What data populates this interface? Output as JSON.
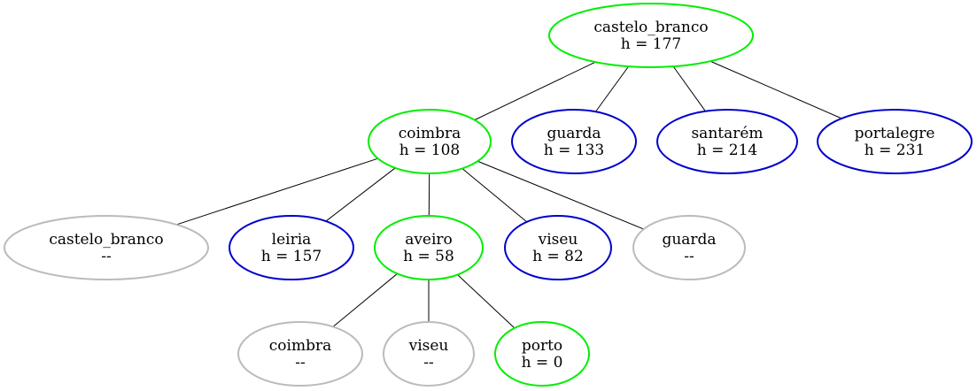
{
  "colors": {
    "path": "#00ee00",
    "open": "#0000cc",
    "visited": "#bbbbbb",
    "edge": "#000000"
  },
  "nodes": [
    {
      "id": "n0",
      "name": "castelo_branco",
      "h": "h = 177",
      "state": "path"
    },
    {
      "id": "n1",
      "name": "coimbra",
      "h": "h = 108",
      "state": "path"
    },
    {
      "id": "n2",
      "name": "guarda",
      "h": "h = 133",
      "state": "open"
    },
    {
      "id": "n3",
      "name": "santarém",
      "h": "h = 214",
      "state": "open"
    },
    {
      "id": "n4",
      "name": "portalegre",
      "h": "h = 231",
      "state": "open"
    },
    {
      "id": "n5",
      "name": "castelo_branco",
      "h": "--",
      "state": "visited"
    },
    {
      "id": "n6",
      "name": "leiria",
      "h": "h = 157",
      "state": "open"
    },
    {
      "id": "n7",
      "name": "aveiro",
      "h": "h = 58",
      "state": "path"
    },
    {
      "id": "n8",
      "name": "viseu",
      "h": "h = 82",
      "state": "open"
    },
    {
      "id": "n9",
      "name": "guarda",
      "h": "--",
      "state": "visited"
    },
    {
      "id": "n10",
      "name": "coimbra",
      "h": "--",
      "state": "visited"
    },
    {
      "id": "n11",
      "name": "viseu",
      "h": "--",
      "state": "visited"
    },
    {
      "id": "n12",
      "name": "porto",
      "h": "h = 0",
      "state": "path"
    }
  ],
  "edges": [
    [
      "n0",
      "n1"
    ],
    [
      "n0",
      "n2"
    ],
    [
      "n0",
      "n3"
    ],
    [
      "n0",
      "n4"
    ],
    [
      "n1",
      "n5"
    ],
    [
      "n1",
      "n6"
    ],
    [
      "n1",
      "n7"
    ],
    [
      "n1",
      "n8"
    ],
    [
      "n1",
      "n9"
    ],
    [
      "n7",
      "n10"
    ],
    [
      "n7",
      "n11"
    ],
    [
      "n7",
      "n12"
    ]
  ]
}
